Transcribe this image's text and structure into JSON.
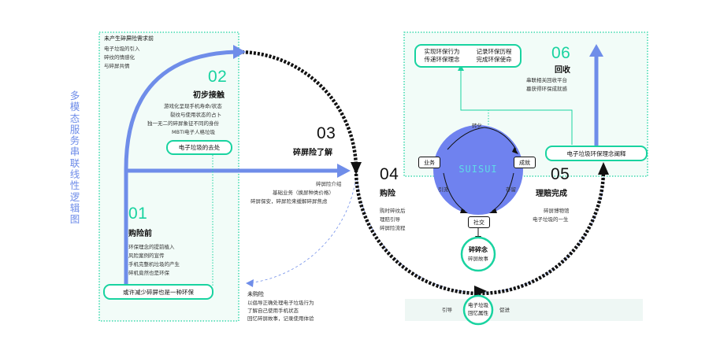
{
  "vertical_title": "多模态服务串联线性逻辑图",
  "panel_left": {
    "header": "未产生碎屏险需求前",
    "notes": [
      "电子垃圾的引入",
      "碎纹的情感化",
      "与碎屏共情"
    ]
  },
  "steps": {
    "s01": {
      "num": "01",
      "title": "购险前",
      "notes": [
        "环保理念的提前植入",
        "风险案例的宣传",
        "手机完整机垃圾的产生",
        "碎机竟然也是环保"
      ],
      "pill": "或许减少碎屏也是一种环保"
    },
    "s02": {
      "num": "02",
      "title": "初步接触",
      "notes": [
        "游戏化呈现手机寿命/状态",
        "裂纹与使用状态的占卜",
        "独一无二的碎屏象征不同的身份",
        "MBTI电子人格垃圾"
      ],
      "pill": "电子垃圾的去处"
    },
    "s03": {
      "num": "03",
      "title": "碎屏险了解",
      "notes": [
        "碎屏险介绍",
        "基础业务（换屏种类价格）",
        "碎屏保安，碎屏险来缓解碎屏焦虑"
      ]
    },
    "s04": {
      "num": "04",
      "title": "购险",
      "notes": [
        "购时碎纹后",
        "理赔引导",
        "碎屏险流程"
      ]
    },
    "s05": {
      "num": "05",
      "title": "理赔完成",
      "notes": [
        "碎屏博物馆",
        "电子垃圾的一生"
      ]
    },
    "s06": {
      "num": "06",
      "title": "回收",
      "notes": [
        "串联相关回收平台",
        "墓获得环保成就感"
      ]
    }
  },
  "unpurchased": {
    "label": "未购险",
    "notes": [
      "以倡导正确处理电子垃圾行为",
      "了解自己使用手机状态",
      "回忆碎屏故事，记录使用体验"
    ]
  },
  "top_right": {
    "pill1": [
      "实现环保行为",
      "传递环保理念"
    ],
    "pill2": [
      "记录环保历程",
      "完成环保使命"
    ]
  },
  "right_pill": "电子垃圾环保理念阐释",
  "center": {
    "label": "SUISUI",
    "top": "转化",
    "left_node": "业务",
    "right_node": "成就",
    "bottom_node": "社交",
    "left_label": "引流",
    "right_label": "存留",
    "sub_circle": [
      "碎碎念",
      "碎屏故事"
    ]
  },
  "bottom_panel": {
    "left": "引导",
    "circle": [
      "电子垃圾",
      "回忆属性"
    ],
    "right": "促进"
  },
  "colors": {
    "green": "#19d3a0",
    "blue": "#6f8de9",
    "black": "#111111"
  }
}
